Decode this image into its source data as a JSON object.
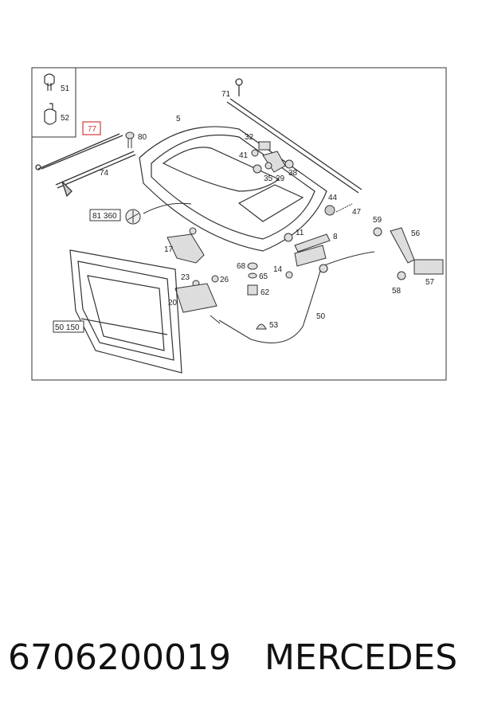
{
  "diagram": {
    "callouts": {
      "c51": "51",
      "c52": "52",
      "c77": "77",
      "c80": "80",
      "c74": "74",
      "c5": "5",
      "c71": "71",
      "c32": "32",
      "c41": "41",
      "c35": "35",
      "c29": "29",
      "c38": "38",
      "c44": "44",
      "c47": "47",
      "c59": "59",
      "c56": "56",
      "c11": "11",
      "c8": "8",
      "c17": "17",
      "c68": "68",
      "c14": "14",
      "c65": "65",
      "c23": "23",
      "c26": "26",
      "c62": "62",
      "c20": "20",
      "c57": "57",
      "c58": "58",
      "c53": "53",
      "c50": "50"
    },
    "refs": {
      "r81360": "81 360",
      "r50150": "50 150"
    },
    "highlight_color": "#d23a3a"
  },
  "footer": {
    "part_number": "6706200019",
    "brand": "MERCEDES"
  }
}
